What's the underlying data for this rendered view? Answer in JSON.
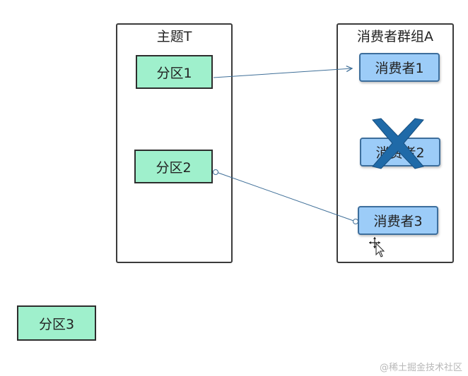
{
  "topic": {
    "title": "主题T"
  },
  "group": {
    "title": "消费者群组A"
  },
  "partitions": [
    "分区1",
    "分区2",
    "分区3"
  ],
  "consumers": [
    "消费者1",
    "消费者2",
    "消费者3"
  ],
  "watermark": "@稀土掘金技术社区",
  "colors": {
    "partition_fill": "#9ff0cc",
    "consumer_fill": "#9cccf8",
    "arrow": "#3f6f98",
    "cross": "#1f6aa8"
  },
  "icons": [
    "cross-mark-icon",
    "move-cursor-icon"
  ]
}
